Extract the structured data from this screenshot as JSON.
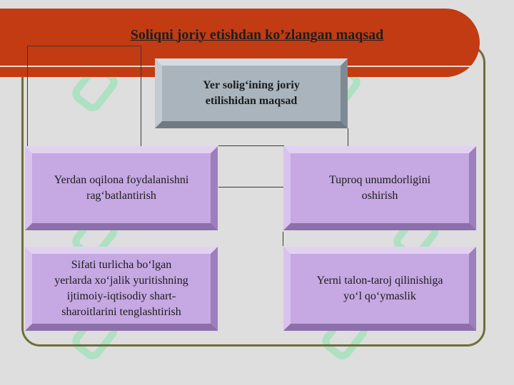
{
  "title": "Soliqni joriy etishdan ko’zlangan maqsad",
  "center_box": {
    "text": "Yer solig‘ining joriy\netilishidan maqsad"
  },
  "boxes": [
    {
      "text": "Yerdan oqilona foydalanishni\nrag‘batlantirish"
    },
    {
      "text": "Tuproq unumdorligini\noshirish"
    },
    {
      "text": "Sifati turlicha bo‘lgan\nyerlarda xo‘jalik yuritishning\nijtimoiy-iqtisodiy shart-\nsharoitlarini tenglashtirish"
    },
    {
      "text": "Yerni talon-taroj qilinishiga\nyo‘l qo‘ymaslik"
    }
  ],
  "colors": {
    "banner": "#c23b12",
    "frame": "#6e6e3a",
    "center_box": "#a9b4bd",
    "purple_box": "#c6a8e3",
    "background": "#dedede"
  }
}
